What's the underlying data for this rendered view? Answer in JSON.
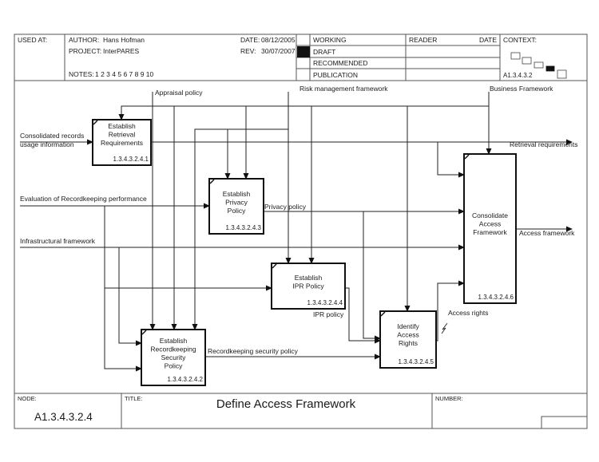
{
  "header": {
    "used_at_label": "USED AT:",
    "author_label": "AUTHOR:",
    "author": "Hans Hofman",
    "project_label": "PROJECT:",
    "project": "InterPARES",
    "notes_label": "NOTES:",
    "notes": "1  2  3  4  5  6  7  8  9  10",
    "date_label": "DATE:",
    "date": "08/12/2005",
    "rev_label": "REV:",
    "rev": "30/07/2007",
    "status_rows": [
      {
        "label": "WORKING",
        "checked": false
      },
      {
        "label": "DRAFT",
        "checked": true
      },
      {
        "label": "RECOMMENDED",
        "checked": false
      },
      {
        "label": "PUBLICATION",
        "checked": false
      }
    ],
    "reader_label": "READER",
    "reader_date_label": "DATE",
    "context_label": "CONTEXT:",
    "context_node": "A1.3.4.3.2"
  },
  "diagram": {
    "activities": [
      {
        "id": "a1",
        "lines": [
          "Establish",
          "Retrieval",
          "Requirements"
        ],
        "number": "1.3.4.3.2.4.1"
      },
      {
        "id": "a2",
        "lines": [
          "Establish",
          "Recordkeeping",
          "Security",
          "Policy"
        ],
        "number": "1.3.4.3.2.4.2"
      },
      {
        "id": "a3",
        "lines": [
          "Establish",
          "Privacy",
          "Policy"
        ],
        "number": "1.3.4.3.2.4.3"
      },
      {
        "id": "a4",
        "lines": [
          "Establish",
          "IPR Policy"
        ],
        "number": "1.3.4.3.2.4.4"
      },
      {
        "id": "a5",
        "lines": [
          "Identify",
          "Access",
          "Rights"
        ],
        "number": "1.3.4.3.2.4.5"
      },
      {
        "id": "a6",
        "lines": [
          "Consolidate",
          "Access",
          "Framework"
        ],
        "number": "1.3.4.3.2.4.6"
      }
    ],
    "arrow_labels": {
      "appraisal_policy": "Appraisal policy",
      "risk_management_framework": "Risk management framework",
      "business_framework": "Business Framework",
      "consolidated_records_1": "Consolidated records",
      "consolidated_records_2": "usage information",
      "retrieval_requirements": "Retrieval requirements",
      "evaluation_performance": "Evaluation of Recordkeeping performance",
      "privacy_policy": "Privacy policy",
      "infrastructural_framework": "Infrastructural framework",
      "access_framework": "Access framework",
      "ipr_policy": "IPR policy",
      "access_rights": "Access rights",
      "recordkeeping_security_policy": "Recordkeeping security policy"
    }
  },
  "footer": {
    "node_label": "NODE:",
    "node": "A1.3.4.3.2.4",
    "title_label": "TITLE:",
    "title": "Define Access Framework",
    "number_label": "NUMBER:"
  }
}
